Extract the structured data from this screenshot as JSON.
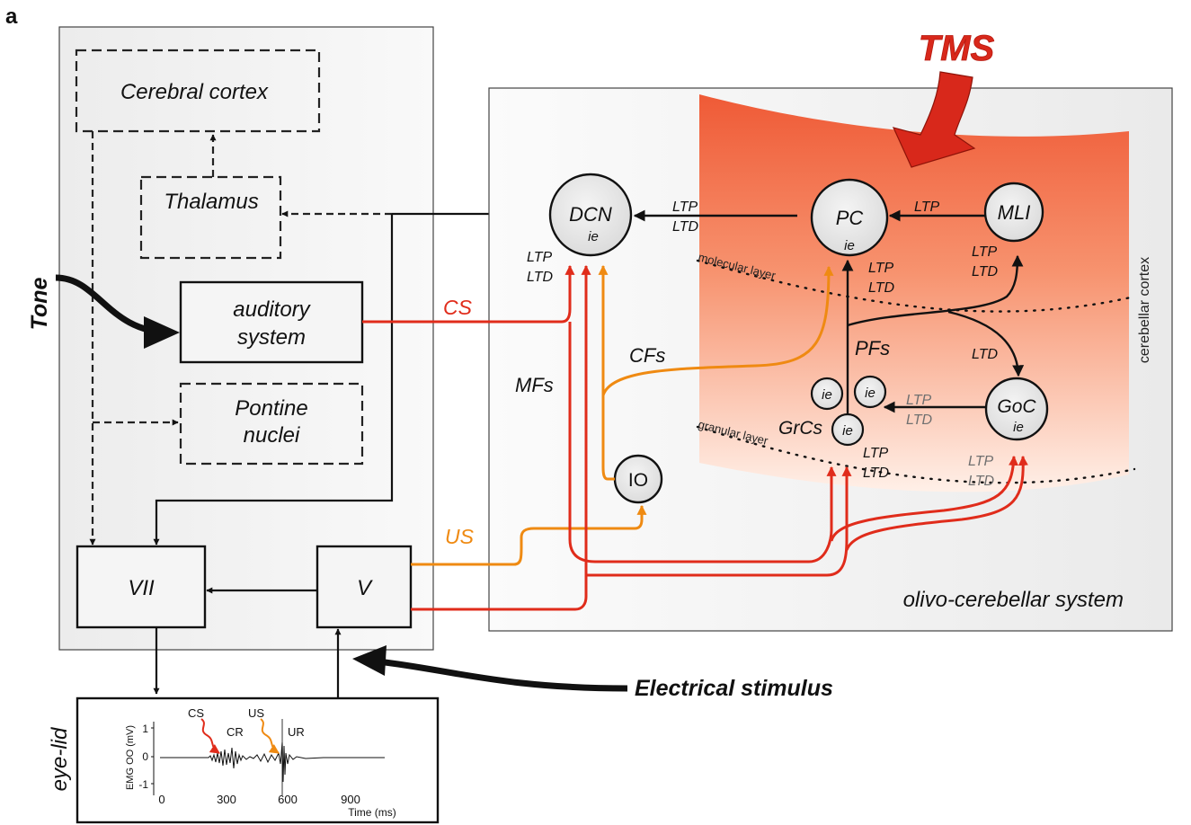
{
  "panel_letter": "a",
  "left_block": {
    "cerebral_cortex": "Cerebral cortex",
    "thalamus": "Thalamus",
    "auditory_line1": "auditory",
    "auditory_line2": "system",
    "pontine_line1": "Pontine",
    "pontine_line2": "nuclei",
    "vii": "VII",
    "v": "V"
  },
  "inputs": {
    "tone": "Tone",
    "electrical_stimulus": "Electrical stimulus",
    "tms": "TMS"
  },
  "pathways": {
    "cs": "CS",
    "us": "US",
    "mfs": "MFs",
    "cfs": "CFs",
    "pfs": "PFs"
  },
  "cells": {
    "dcn": "DCN",
    "pc": "PC",
    "mli": "MLI",
    "goc": "GoC",
    "io": "IO",
    "grcs": "GrCs",
    "ie": "ie"
  },
  "plasticity": {
    "ltp": "LTP",
    "ltd": "LTD"
  },
  "layers": {
    "molecular": "molecular layer",
    "granular": "granular layer",
    "cortex": "cerebellar cortex",
    "system": "olivo-cerebellar system"
  },
  "emg_panel": {
    "side_label": "eye-lid",
    "ylabel": "EMG OO (mV)",
    "xlabel": "Time (ms)",
    "x_ticks": [
      "0",
      "300",
      "600",
      "900"
    ],
    "y_ticks": [
      "1",
      "0",
      "-1"
    ],
    "cs": "CS",
    "us": "US",
    "cr": "CR",
    "ur": "UR"
  },
  "colors": {
    "red_path": "#e02c1b",
    "orange_path": "#ef8a12",
    "tms_red": "#d8281b",
    "cortex_top": "#ef5f3c",
    "cortex_bottom": "#ffe9df",
    "cell_fill": "#e5e5e5",
    "ltd_gray": "#707070"
  }
}
